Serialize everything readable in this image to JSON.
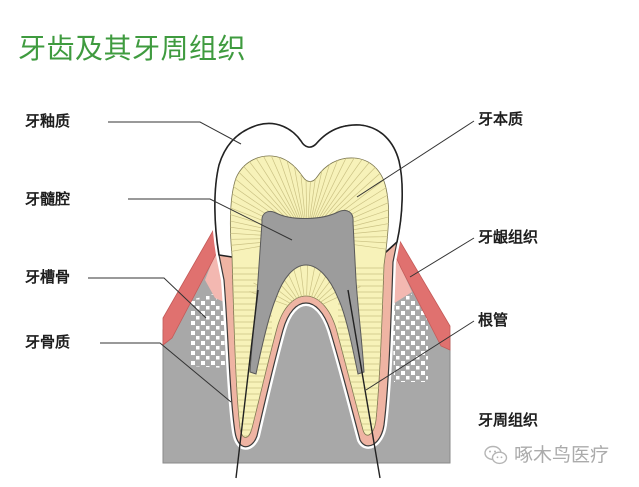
{
  "title": "牙齿及其牙周组织",
  "labels": {
    "enamel": "牙釉质",
    "pulp_cavity": "牙髓腔",
    "alveolar_bone": "牙槽骨",
    "cementum": "牙骨质",
    "dentin": "牙本质",
    "gingiva": "牙龈组织",
    "root_canal": "根管",
    "periodontium": "牙周组织"
  },
  "watermark": {
    "icon": "wechat-icon",
    "text": "啄木鸟医疗"
  },
  "colors": {
    "title": "#3f9b3f",
    "label_text": "#1e1e1e",
    "enamel": "#ffffff",
    "dentin": "#f7f2b9",
    "pulp": "#9c9c9c",
    "cementum": "#efb4a3",
    "gingiva": "#e0716f",
    "gingiva_inner": "#f3b8b1",
    "bone": "#a8a8a8",
    "watermark": "#ababab"
  }
}
